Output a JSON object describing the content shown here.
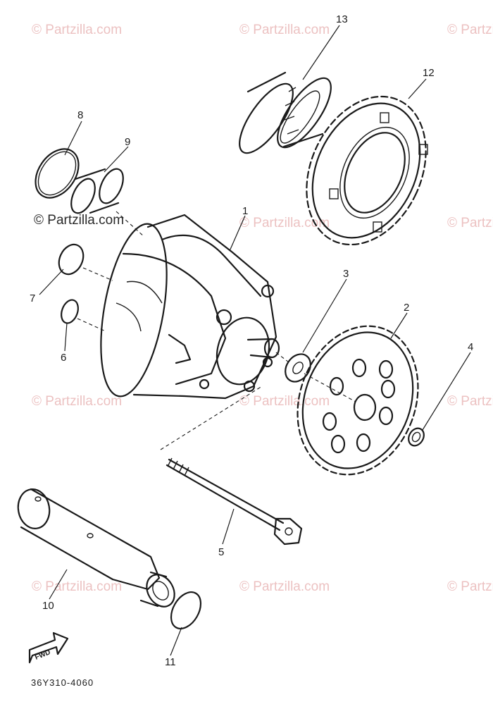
{
  "watermark": "© Partzilla.com",
  "diagram_code": "36Y310-4060",
  "fwd_label": "FWD",
  "callouts": {
    "c1": "1",
    "c2": "2",
    "c3": "3",
    "c4": "4",
    "c5": "5",
    "c6": "6",
    "c7": "7",
    "c8": "8",
    "c9": "9",
    "c10": "10",
    "c11": "11",
    "c12": "12",
    "c13": "13"
  }
}
